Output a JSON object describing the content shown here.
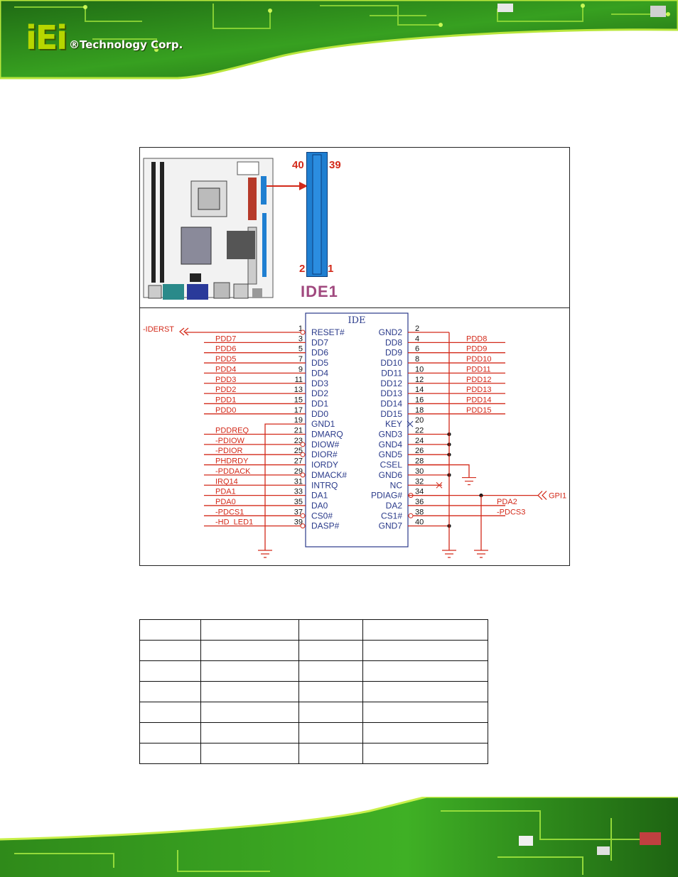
{
  "header": {
    "logo_mark": "iEi",
    "logo_text": "®Technology Corp."
  },
  "figure": {
    "connector_name": "IDE1",
    "top_left_pin": "40",
    "top_right_pin": "39",
    "bottom_left_pin": "2",
    "bottom_right_pin": "1",
    "schematic_title": "IDE",
    "signal_in": "-IDERST",
    "gpi_label": "GPI1",
    "left_signals": [
      {
        "net": "",
        "pin": "1",
        "name": "RESET#"
      },
      {
        "net": "PDD7",
        "pin": "3",
        "name": "DD7"
      },
      {
        "net": "PDD6",
        "pin": "5",
        "name": "DD6"
      },
      {
        "net": "PDD5",
        "pin": "7",
        "name": "DD5"
      },
      {
        "net": "PDD4",
        "pin": "9",
        "name": "DD4"
      },
      {
        "net": "PDD3",
        "pin": "11",
        "name": "DD3"
      },
      {
        "net": "PDD2",
        "pin": "13",
        "name": "DD2"
      },
      {
        "net": "PDD1",
        "pin": "15",
        "name": "DD1"
      },
      {
        "net": "PDD0",
        "pin": "17",
        "name": "DD0"
      },
      {
        "net": "",
        "pin": "19",
        "name": "GND1"
      },
      {
        "net": "PDDREQ",
        "pin": "21",
        "name": "DMARQ"
      },
      {
        "net": "-PDIOW",
        "pin": "23",
        "name": "DIOW#"
      },
      {
        "net": "-PDIOR",
        "pin": "25",
        "name": "DIOR#"
      },
      {
        "net": "PHDRDY",
        "pin": "27",
        "name": "IORDY"
      },
      {
        "net": "-PDDACK",
        "pin": "29",
        "name": "DMACK#"
      },
      {
        "net": "IRQ14",
        "pin": "31",
        "name": "INTRQ"
      },
      {
        "net": "PDA1",
        "pin": "33",
        "name": "DA1"
      },
      {
        "net": "PDA0",
        "pin": "35",
        "name": "DA0"
      },
      {
        "net": "-PDCS1",
        "pin": "37",
        "name": "CS0#"
      },
      {
        "net": "-HD_LED1",
        "pin": "39",
        "name": "DASP#"
      }
    ],
    "right_signals": [
      {
        "name": "GND2",
        "pin": "2",
        "net": ""
      },
      {
        "name": "DD8",
        "pin": "4",
        "net": "PDD8"
      },
      {
        "name": "DD9",
        "pin": "6",
        "net": "PDD9"
      },
      {
        "name": "DD10",
        "pin": "8",
        "net": "PDD10"
      },
      {
        "name": "DD11",
        "pin": "10",
        "net": "PDD11"
      },
      {
        "name": "DD12",
        "pin": "12",
        "net": "PDD12"
      },
      {
        "name": "DD13",
        "pin": "14",
        "net": "PDD13"
      },
      {
        "name": "DD14",
        "pin": "16",
        "net": "PDD14"
      },
      {
        "name": "DD15",
        "pin": "18",
        "net": "PDD15"
      },
      {
        "name": "KEY",
        "pin": "20",
        "net": ""
      },
      {
        "name": "GND3",
        "pin": "22",
        "net": ""
      },
      {
        "name": "GND4",
        "pin": "24",
        "net": ""
      },
      {
        "name": "GND5",
        "pin": "26",
        "net": ""
      },
      {
        "name": "CSEL",
        "pin": "28",
        "net": ""
      },
      {
        "name": "GND6",
        "pin": "30",
        "net": ""
      },
      {
        "name": "NC",
        "pin": "32",
        "net": ""
      },
      {
        "name": "PDIAG#",
        "pin": "34",
        "net": ""
      },
      {
        "name": "DA2",
        "pin": "36",
        "net": "PDA2"
      },
      {
        "name": "CS1#",
        "pin": "38",
        "net": "-PDCS3"
      },
      {
        "name": "GND7",
        "pin": "40",
        "net": ""
      }
    ]
  },
  "table": {
    "rows": [
      [
        "",
        "",
        "",
        ""
      ],
      [
        "",
        "",
        "",
        ""
      ],
      [
        "",
        "",
        "",
        ""
      ],
      [
        "",
        "",
        "",
        ""
      ],
      [
        "",
        "",
        "",
        ""
      ],
      [
        "",
        "",
        "",
        ""
      ],
      [
        "",
        "",
        "",
        ""
      ]
    ]
  }
}
